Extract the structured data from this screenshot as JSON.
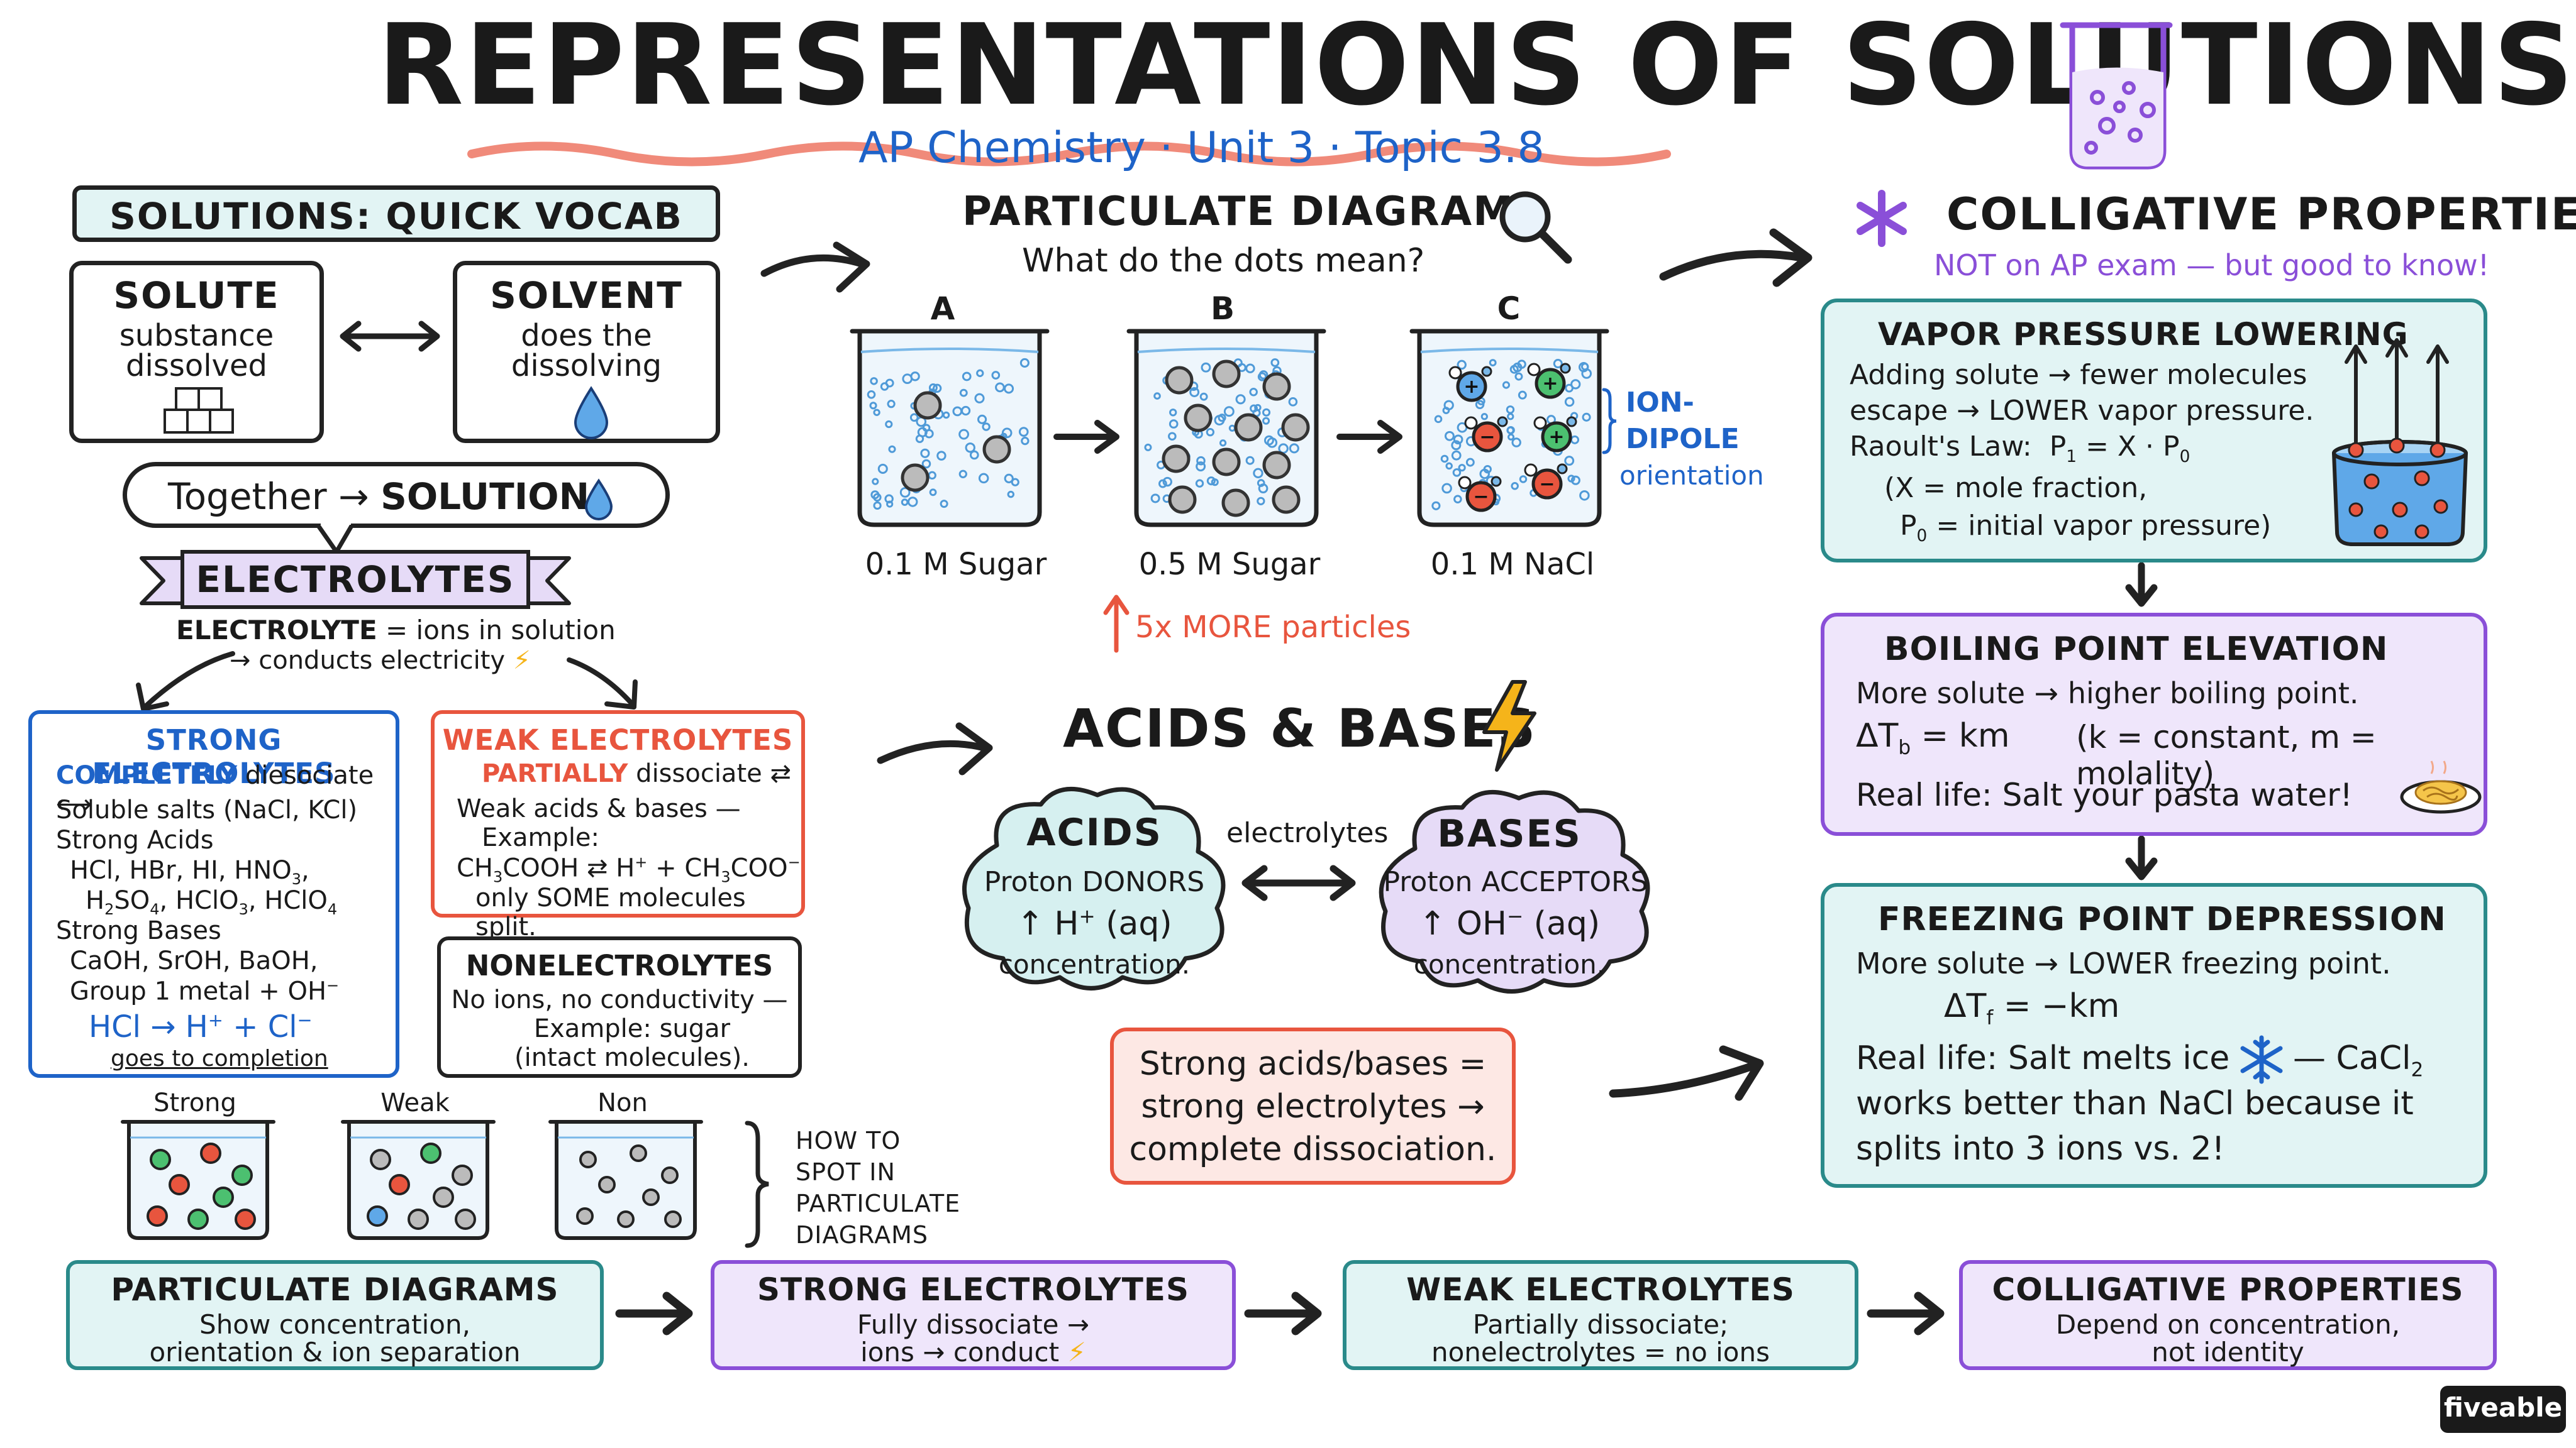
{
  "title": "REPRESENTATIONS OF SOLUTIONS",
  "subtitle": "AP Chemistry · Unit 3 · Topic 3.8",
  "vocab": {
    "header": "SOLUTIONS: QUICK VOCAB",
    "solute_title": "SOLUTE",
    "solute_l1": "substance",
    "solute_l2": "dissolved",
    "solvent_title": "SOLVENT",
    "solvent_l1": "does the",
    "solvent_l2": "dissolving",
    "together": "Together",
    "solution": "SOLUTION"
  },
  "electrolytes": {
    "banner": "ELECTROLYTES",
    "def_term": "ELECTROLYTE",
    "def_rest": "= ions in solution",
    "def_l2": "→ conducts electricity",
    "strong": {
      "title": "STRONG ELECTROLYTES",
      "completely": "COMPLETELY",
      "dissociate": "diesociate ⟷",
      "l1": "Soluble salts (NaCl, KCl)",
      "l2": "Strong Acids",
      "l3": "HCl, HBr, HI, HNO",
      "l3sub": "3",
      "l3end": ",",
      "l4a": "H",
      "l4b": "2",
      "l4c": "SO",
      "l4d": "4",
      "l4e": ", HClO",
      "l4f": "3",
      "l4g": ", HClO",
      "l4h": "4",
      "l5": "Strong Bases",
      "l6": "CaOH, SrOH, BaOH,",
      "l7": "Group 1 metal + OH",
      "l7sup": "−",
      "eq_a": "HCl",
      "eq_arrow": "→",
      "eq_b": "H",
      "eq_bsup": "+",
      "eq_plus": "+",
      "eq_c": "Cl",
      "eq_csup": "−",
      "completion": "goes to completion"
    },
    "weak": {
      "title": "WEAK ELECTROLYTES",
      "partially": "PARTIALLY",
      "dissociate": "dissociate ⇄",
      "l1": "Weak acids & bases —",
      "l2": "Example:",
      "eq_a": "CH",
      "eq_asub": "3",
      "eq_b": "COOH ⇄ H",
      "eq_bsup": "+",
      "eq_c": "+ CH",
      "eq_csub": "3",
      "eq_d": "COO",
      "eq_dsup": "−",
      "l4": "only SOME molecules split."
    },
    "non": {
      "title": "NONELECTROLYTES",
      "l1": "No ions, no conductivity —",
      "l2": "Example: sugar",
      "l3": "(intact molecules)."
    }
  },
  "beakers_small": {
    "labels": [
      "Strong",
      "Weak",
      "Non"
    ],
    "how_to": [
      "HOW TO",
      "SPOT IN",
      "PARTICULATE",
      "DIAGRAMS"
    ]
  },
  "particulate": {
    "header": "PARTICULATE DIAGRAMS",
    "question": "What do the dots mean?",
    "beakers": [
      {
        "letter": "A",
        "label": "0.1 M Sugar"
      },
      {
        "letter": "B",
        "label": "0.5 M Sugar"
      },
      {
        "letter": "C",
        "label": "0.1 M NaCl"
      }
    ],
    "ion_dipole": [
      "ION-",
      "DIPOLE",
      "orientation"
    ],
    "more": "5x MORE particles"
  },
  "acids_bases": {
    "header": "ACIDS & BASES",
    "acids_title": "ACIDS",
    "acids_l1": "Proton DONORS",
    "acids_l2a": "↑ H",
    "acids_l2sup": "+",
    "acids_l2b": "(aq)",
    "acids_l3": "concentration.",
    "electrolytes": "electrolytes",
    "bases_title": "BASES",
    "bases_l1": "Proton ACCEPTORS",
    "bases_l2a": "↑ OH",
    "bases_l2sup": "−",
    "bases_l2b": "(aq)",
    "bases_l3": "concentration.",
    "strong": [
      "Strong acids/bases =",
      "strong electrolytes →",
      "complete dissociation."
    ]
  },
  "colligative": {
    "header": "COLLIGATIVE PROPERTIES",
    "note": "NOT on AP exam — but good to know!",
    "vp": {
      "title": "VAPOR PRESSURE LOWERING",
      "l1": "Adding solute → fewer molecules",
      "l2": "escape → LOWER vapor pressure.",
      "l3a": "Raoult's Law:",
      "l3b": "P",
      "l3bsub": "1",
      "l3c": "= X · P",
      "l3csub": "0",
      "l4": "(X = mole fraction,",
      "l5a": "P",
      "l5sub": "0",
      "l5b": "= initial vapor pressure)"
    },
    "bp": {
      "title": "BOILING POINT ELEVATION",
      "l1": "More solute → higher boiling point.",
      "l2a": "ΔT",
      "l2sub": "b",
      "l2b": "= km",
      "l2c": "(k = constant, m = molality)",
      "l3": "Real life: Salt your pasta water!"
    },
    "fp": {
      "title": "FREEZING POINT DEPRESSION",
      "l1": "More solute → LOWER freezing point.",
      "l2a": "ΔT",
      "l2sub": "f",
      "l2b": "= −km",
      "l3a": "Real life: Salt melts ice",
      "l3b": "— CaCl",
      "l3sub": "2",
      "l4": "works better than NaCl because it",
      "l5": "splits into 3 ions vs. 2!"
    }
  },
  "flow": [
    {
      "title": "PARTICULATE DIAGRAMS",
      "l1": "Show concentration,",
      "l2": "orientation & ion separation"
    },
    {
      "title": "STRONG ELECTROLYTES",
      "l1": "Fully dissociate →",
      "l2": "ions → conduct"
    },
    {
      "title": "WEAK ELECTROLYTES",
      "l1": "Partially dissociate;",
      "l2": "nonelectrolytes = no ions"
    },
    {
      "title": "COLLIGATIVE PROPERTIES",
      "l1": "Depend on concentration,",
      "l2": "not identity"
    }
  ],
  "brand": "fiveable",
  "colors": {
    "teal_bg": "#e2f4f4",
    "teal_border": "#2a8a8a",
    "purple_bg": "#efe6fb",
    "purple_border": "#8a4fd8",
    "blue": "#1e63c8",
    "red": "#e8553e"
  }
}
